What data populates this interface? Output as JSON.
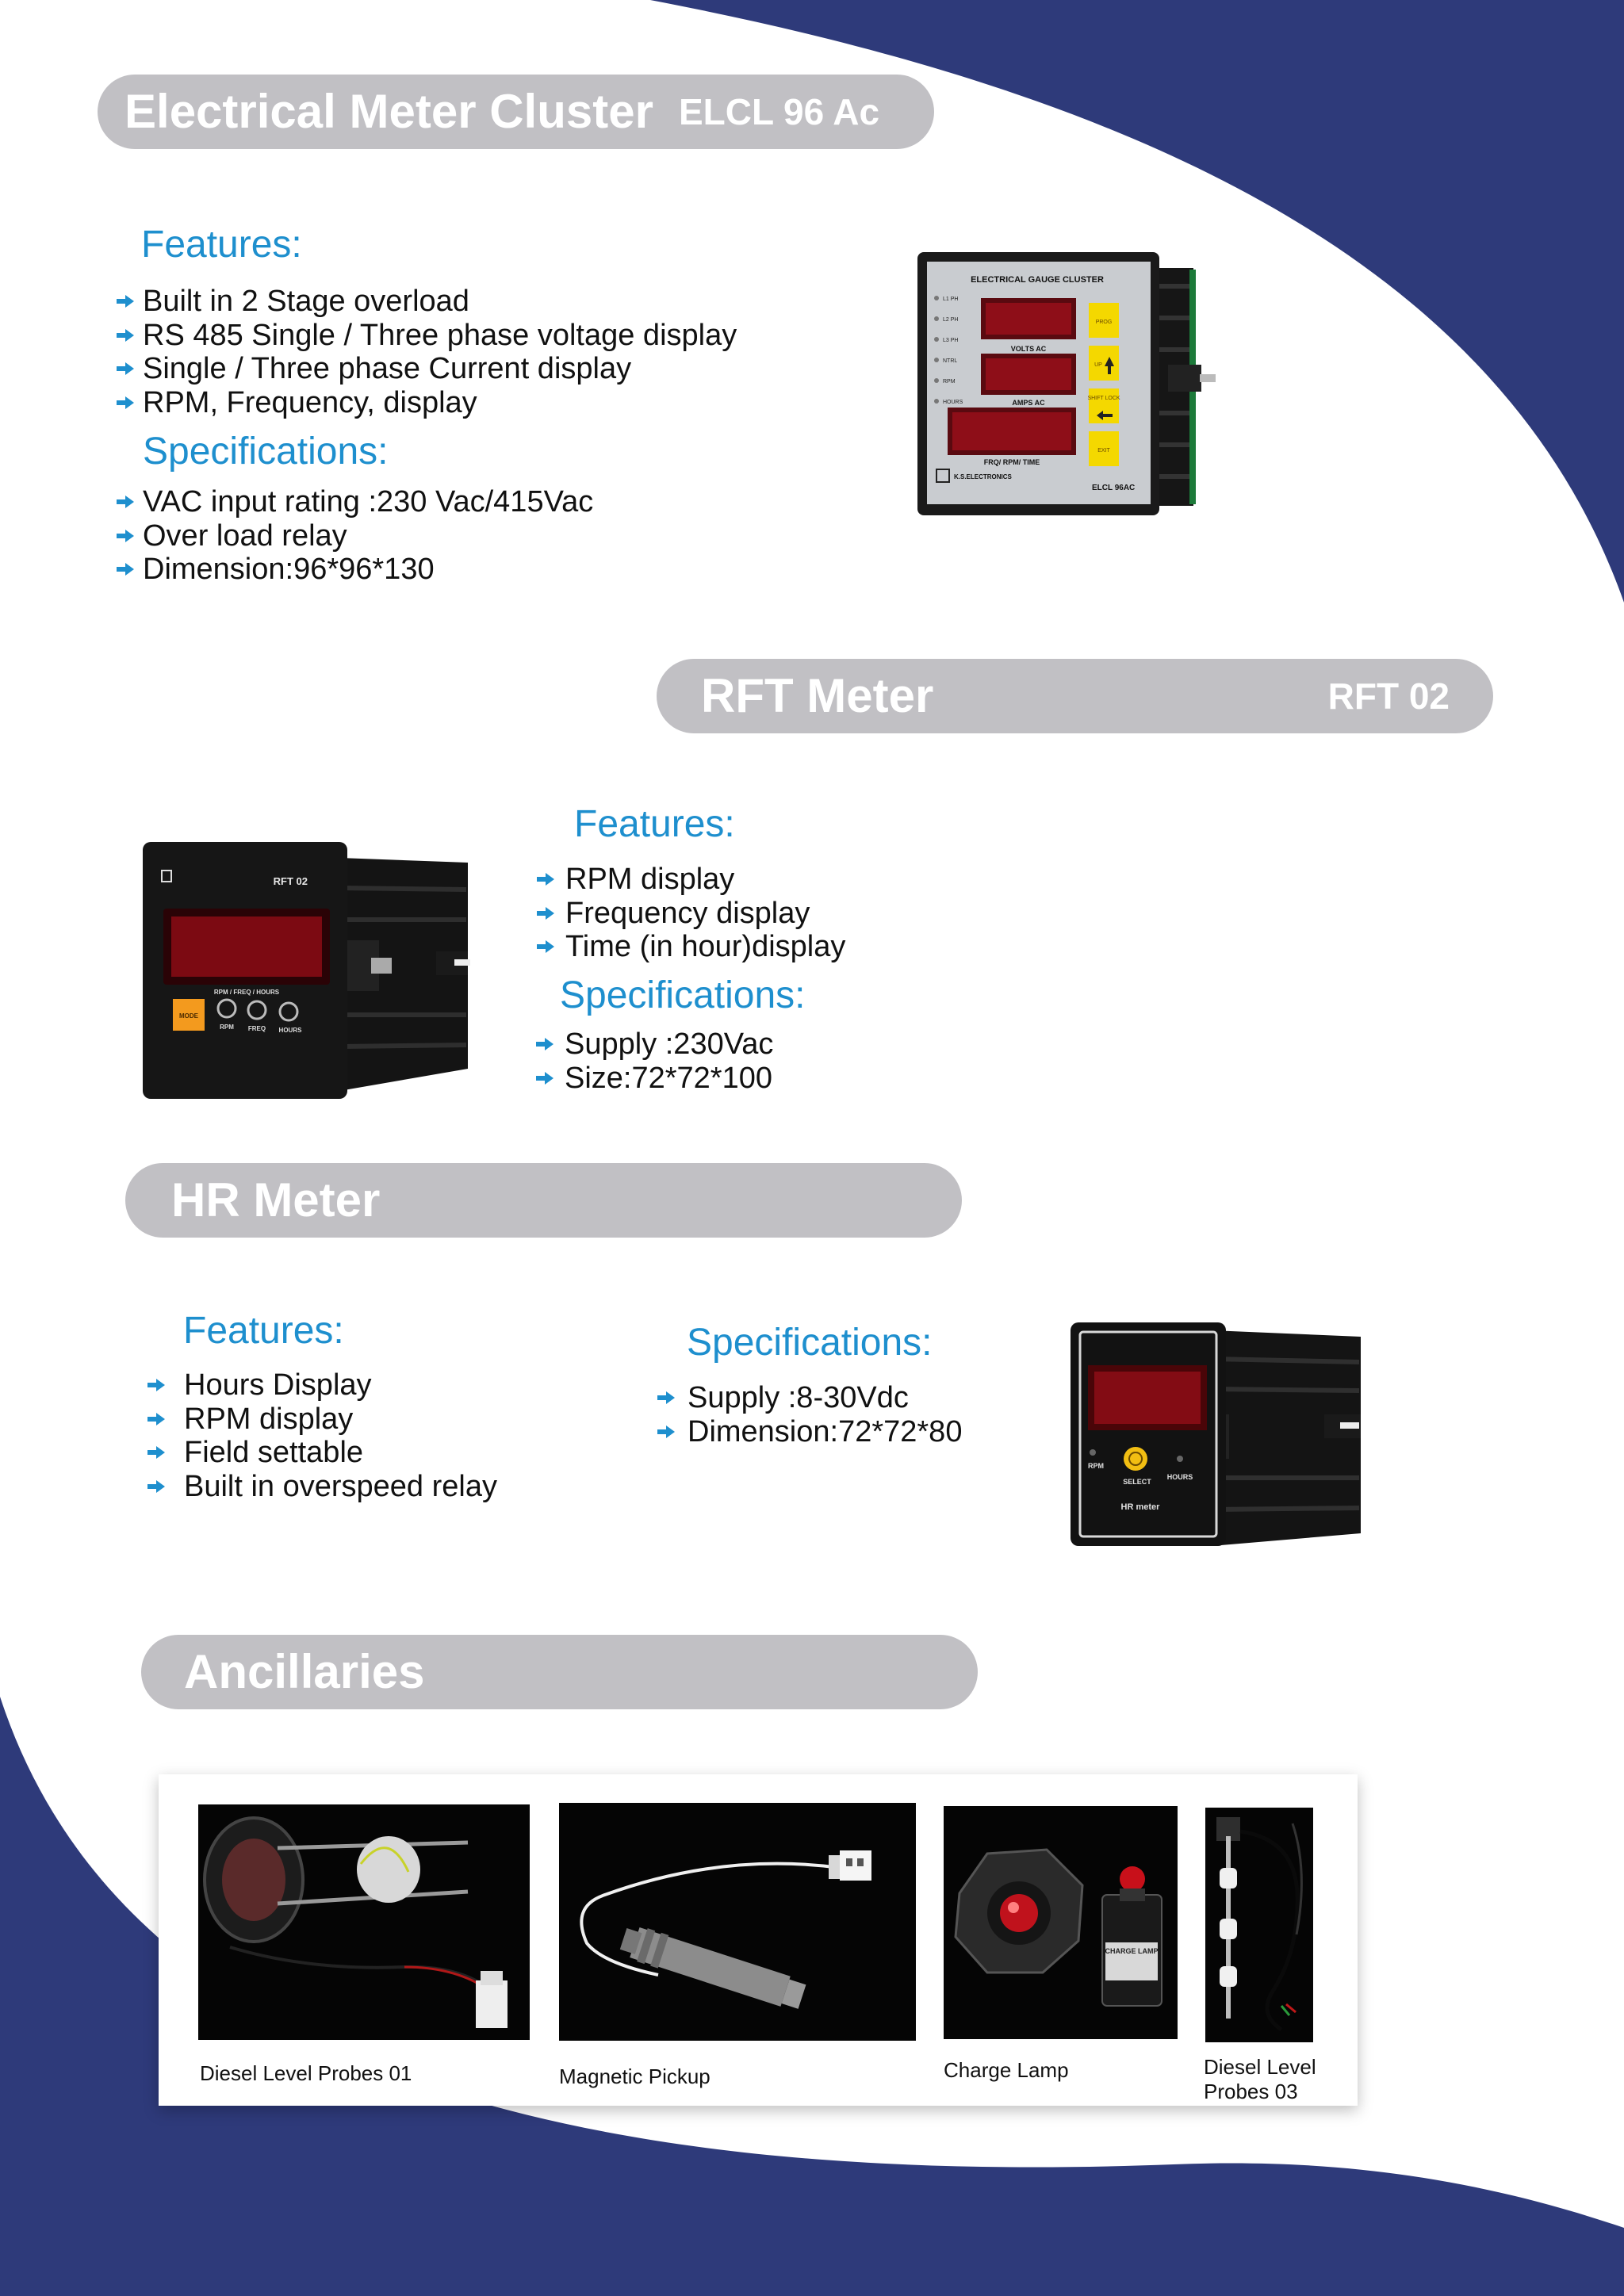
{
  "colors": {
    "navy": "#2e3a7a",
    "pill": "#c1c0c4",
    "heading": "#1e8fce",
    "display_red": "#c8141e",
    "button_yellow": "#f4d800",
    "button_orange": "#f39a1e"
  },
  "sections": {
    "elcl": {
      "title": "Electrical Meter Cluster",
      "model": "ELCL 96 Ac",
      "features_heading": "Features:",
      "features": [
        "Built in 2 Stage overload",
        "RS 485 Single / Three phase voltage display",
        "Single / Three phase Current display",
        "RPM, Frequency, display"
      ],
      "specs_heading": "Specifications:",
      "specs": [
        "VAC input rating :230 Vac/415Vac",
        "Over load relay",
        "Dimension:96*96*130"
      ]
    },
    "rft": {
      "title": "RFT Meter",
      "model": "RFT 02",
      "features_heading": "Features:",
      "features": [
        "RPM display",
        "Frequency display",
        "Time (in hour)display"
      ],
      "specs_heading": "Specifications:",
      "specs": [
        "Supply :230Vac",
        "Size:72*72*100"
      ]
    },
    "hr": {
      "title": "HR Meter",
      "features_heading": "Features:",
      "features": [
        "Hours Display",
        "RPM display",
        "Field settable",
        "Built in overspeed relay"
      ],
      "specs_heading": "Specifications:",
      "specs": [
        "Supply :8-30Vdc",
        "Dimension:72*72*80"
      ]
    },
    "ancillaries": {
      "title": "Ancillaries",
      "items": [
        {
          "caption": "Diesel Level Probes 01"
        },
        {
          "caption": "Magnetic Pickup"
        },
        {
          "caption": "Charge Lamp"
        },
        {
          "caption": "Diesel Level\nProbes 03"
        }
      ]
    }
  },
  "devices": {
    "elcl": {
      "panel_title": "ELECTRICAL GAUGE CLUSTER",
      "indicators": [
        "L1 PH",
        "L2 PH",
        "L3 PH",
        "NTRL",
        "RPM",
        "HOURS"
      ],
      "display_labels": [
        "VOLTS AC",
        "AMPS AC",
        "FRQ/ RPM/ TIME"
      ],
      "buttons": [
        "PROG",
        "UP",
        "SHIFT LOCK",
        "EXIT"
      ],
      "brand": "K.S.ELECTRONICS",
      "model_label": "ELCL 96AC"
    },
    "rft": {
      "model_label": "RFT 02",
      "display_caption": "RPM / FREQ / HOURS",
      "buttons": [
        "MODE",
        "RPM",
        "FREQ",
        "HOURS"
      ]
    },
    "hr": {
      "labels": [
        "RPM",
        "SELECT",
        "HOURS"
      ],
      "name_label": "HR meter"
    },
    "lamp": {
      "label": "CHARGE LAMP"
    }
  }
}
